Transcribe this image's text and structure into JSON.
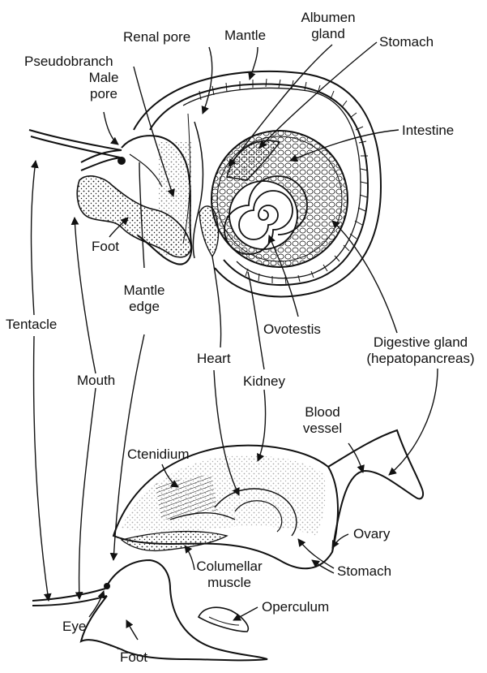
{
  "labels": {
    "renal_pore": "Renal pore",
    "mantle": "Mantle",
    "albumen_gland": "Albumen\ngland",
    "stomach_top": "Stomach",
    "pseudobranch": "Pseudobranch",
    "male_pore": "Male\npore",
    "intestine": "Intestine",
    "foot_top": "Foot",
    "mantle_edge": "Mantle\nedge",
    "tentacle": "Tentacle",
    "ovotestis": "Ovotestis",
    "digestive_gland": "Digestive gland\n(hepatopancreas)",
    "heart": "Heart",
    "mouth": "Mouth",
    "kidney": "Kidney",
    "blood_vessel": "Blood\nvessel",
    "ctenidium": "Ctenidium",
    "ovary": "Ovary",
    "columellar_muscle": "Columellar\nmuscle",
    "stomach_bottom": "Stomach",
    "operculum": "Operculum",
    "eye": "Eye",
    "foot_bottom": "Foot"
  },
  "colors": {
    "ink": "#111111",
    "paper": "#ffffff"
  }
}
